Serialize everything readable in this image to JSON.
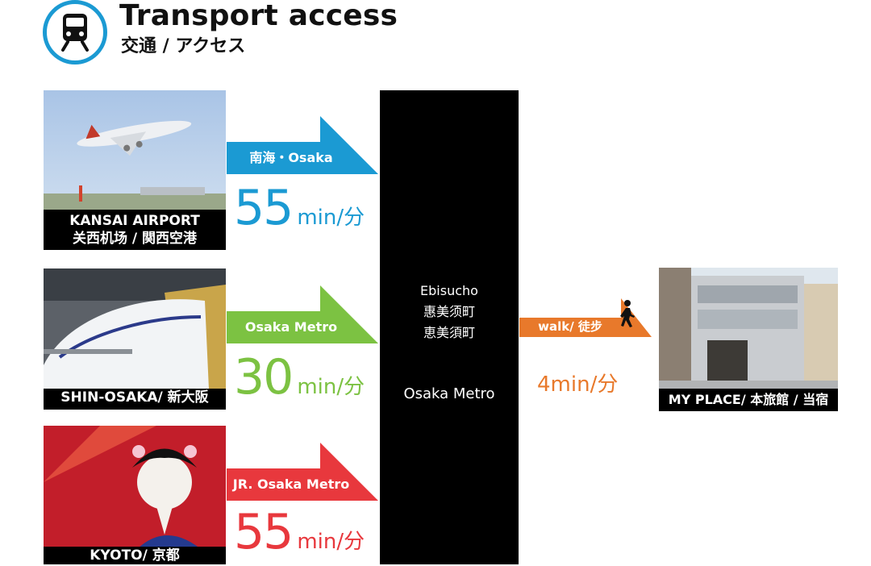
{
  "header": {
    "title": "Transport access",
    "subtitle": "交通 / アクセス",
    "icon": "train-icon",
    "accent": "#1b9ad3"
  },
  "routes": [
    {
      "origin_en": "KANSAI AIRPORT",
      "origin_local": "关西机场 / 関西空港",
      "line": "南海・Osaka Metro",
      "time": "55",
      "unit": "min/分",
      "color": "#1b9ad3"
    },
    {
      "origin_en": "SHIN-OSAKA/ 新大阪",
      "line": "Osaka Metro",
      "time": "30",
      "unit": "min/分",
      "color": "#7cc242"
    },
    {
      "origin_en": "KYOTO/ 京都",
      "line": "JR. Osaka Metro",
      "time": "55",
      "unit": "min/分",
      "color": "#e8383d"
    }
  ],
  "station": {
    "name_en": "Ebisucho",
    "name_cn": "惠美须町",
    "name_jp": "恵美須町",
    "line": "Osaka Metro"
  },
  "walk": {
    "label": "walk/ 徒步",
    "time": "4min/分",
    "color": "#e8792b",
    "icon": "walking-person-icon"
  },
  "destination": {
    "label": "MY PLACE/ 本旅館 / 当宿"
  }
}
